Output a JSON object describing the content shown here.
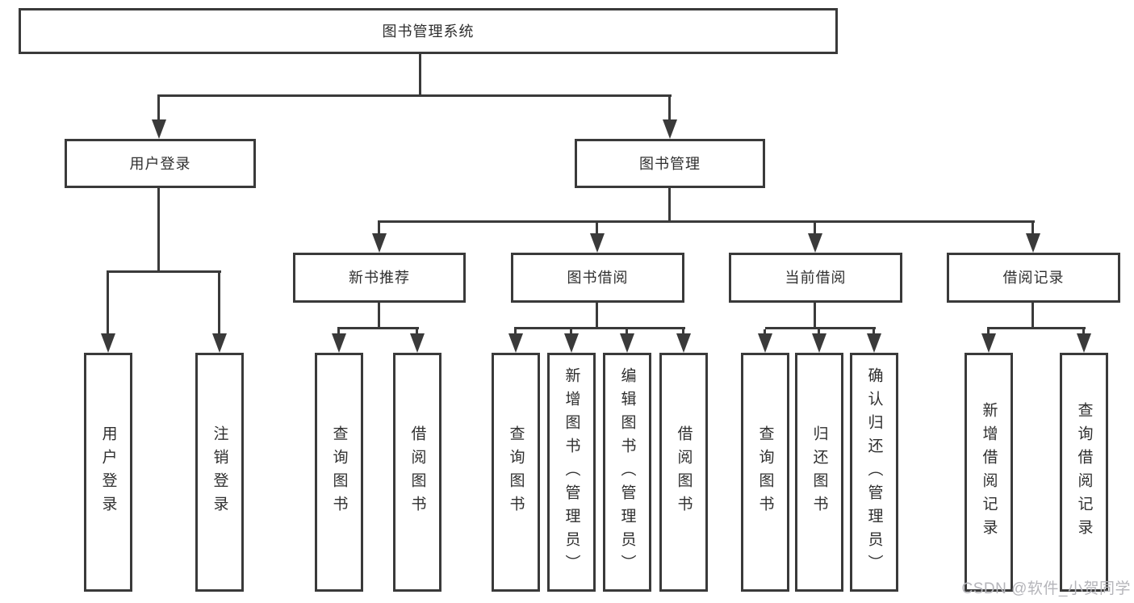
{
  "diagram": {
    "root": "图书管理系统",
    "level2": {
      "user_login": "用户登录",
      "book_management": "图书管理"
    },
    "level3": {
      "new_book_recommend": "新书推荐",
      "book_borrow": "图书借阅",
      "current_borrow": "当前借阅",
      "borrow_records": "借阅记录"
    },
    "leaves": {
      "user_login": [
        "用户登录",
        "注销登录"
      ],
      "new_book_recommend": [
        "查询图书",
        "借阅图书"
      ],
      "book_borrow": [
        "查询图书",
        "新增图书（管理员）",
        "编辑图书（管理员）",
        "借阅图书"
      ],
      "current_borrow": [
        "查询图书",
        "归还图书",
        "确认归还（管理员）"
      ],
      "borrow_records": [
        "新增借阅记录",
        "查询借阅记录"
      ]
    },
    "watermark": "CSDN @软件_小贺同学",
    "colors": {
      "line": "#3a3a3a",
      "text": "#2f2f2f",
      "watermark": "#b5b5ba",
      "background": "#ffffff"
    }
  }
}
